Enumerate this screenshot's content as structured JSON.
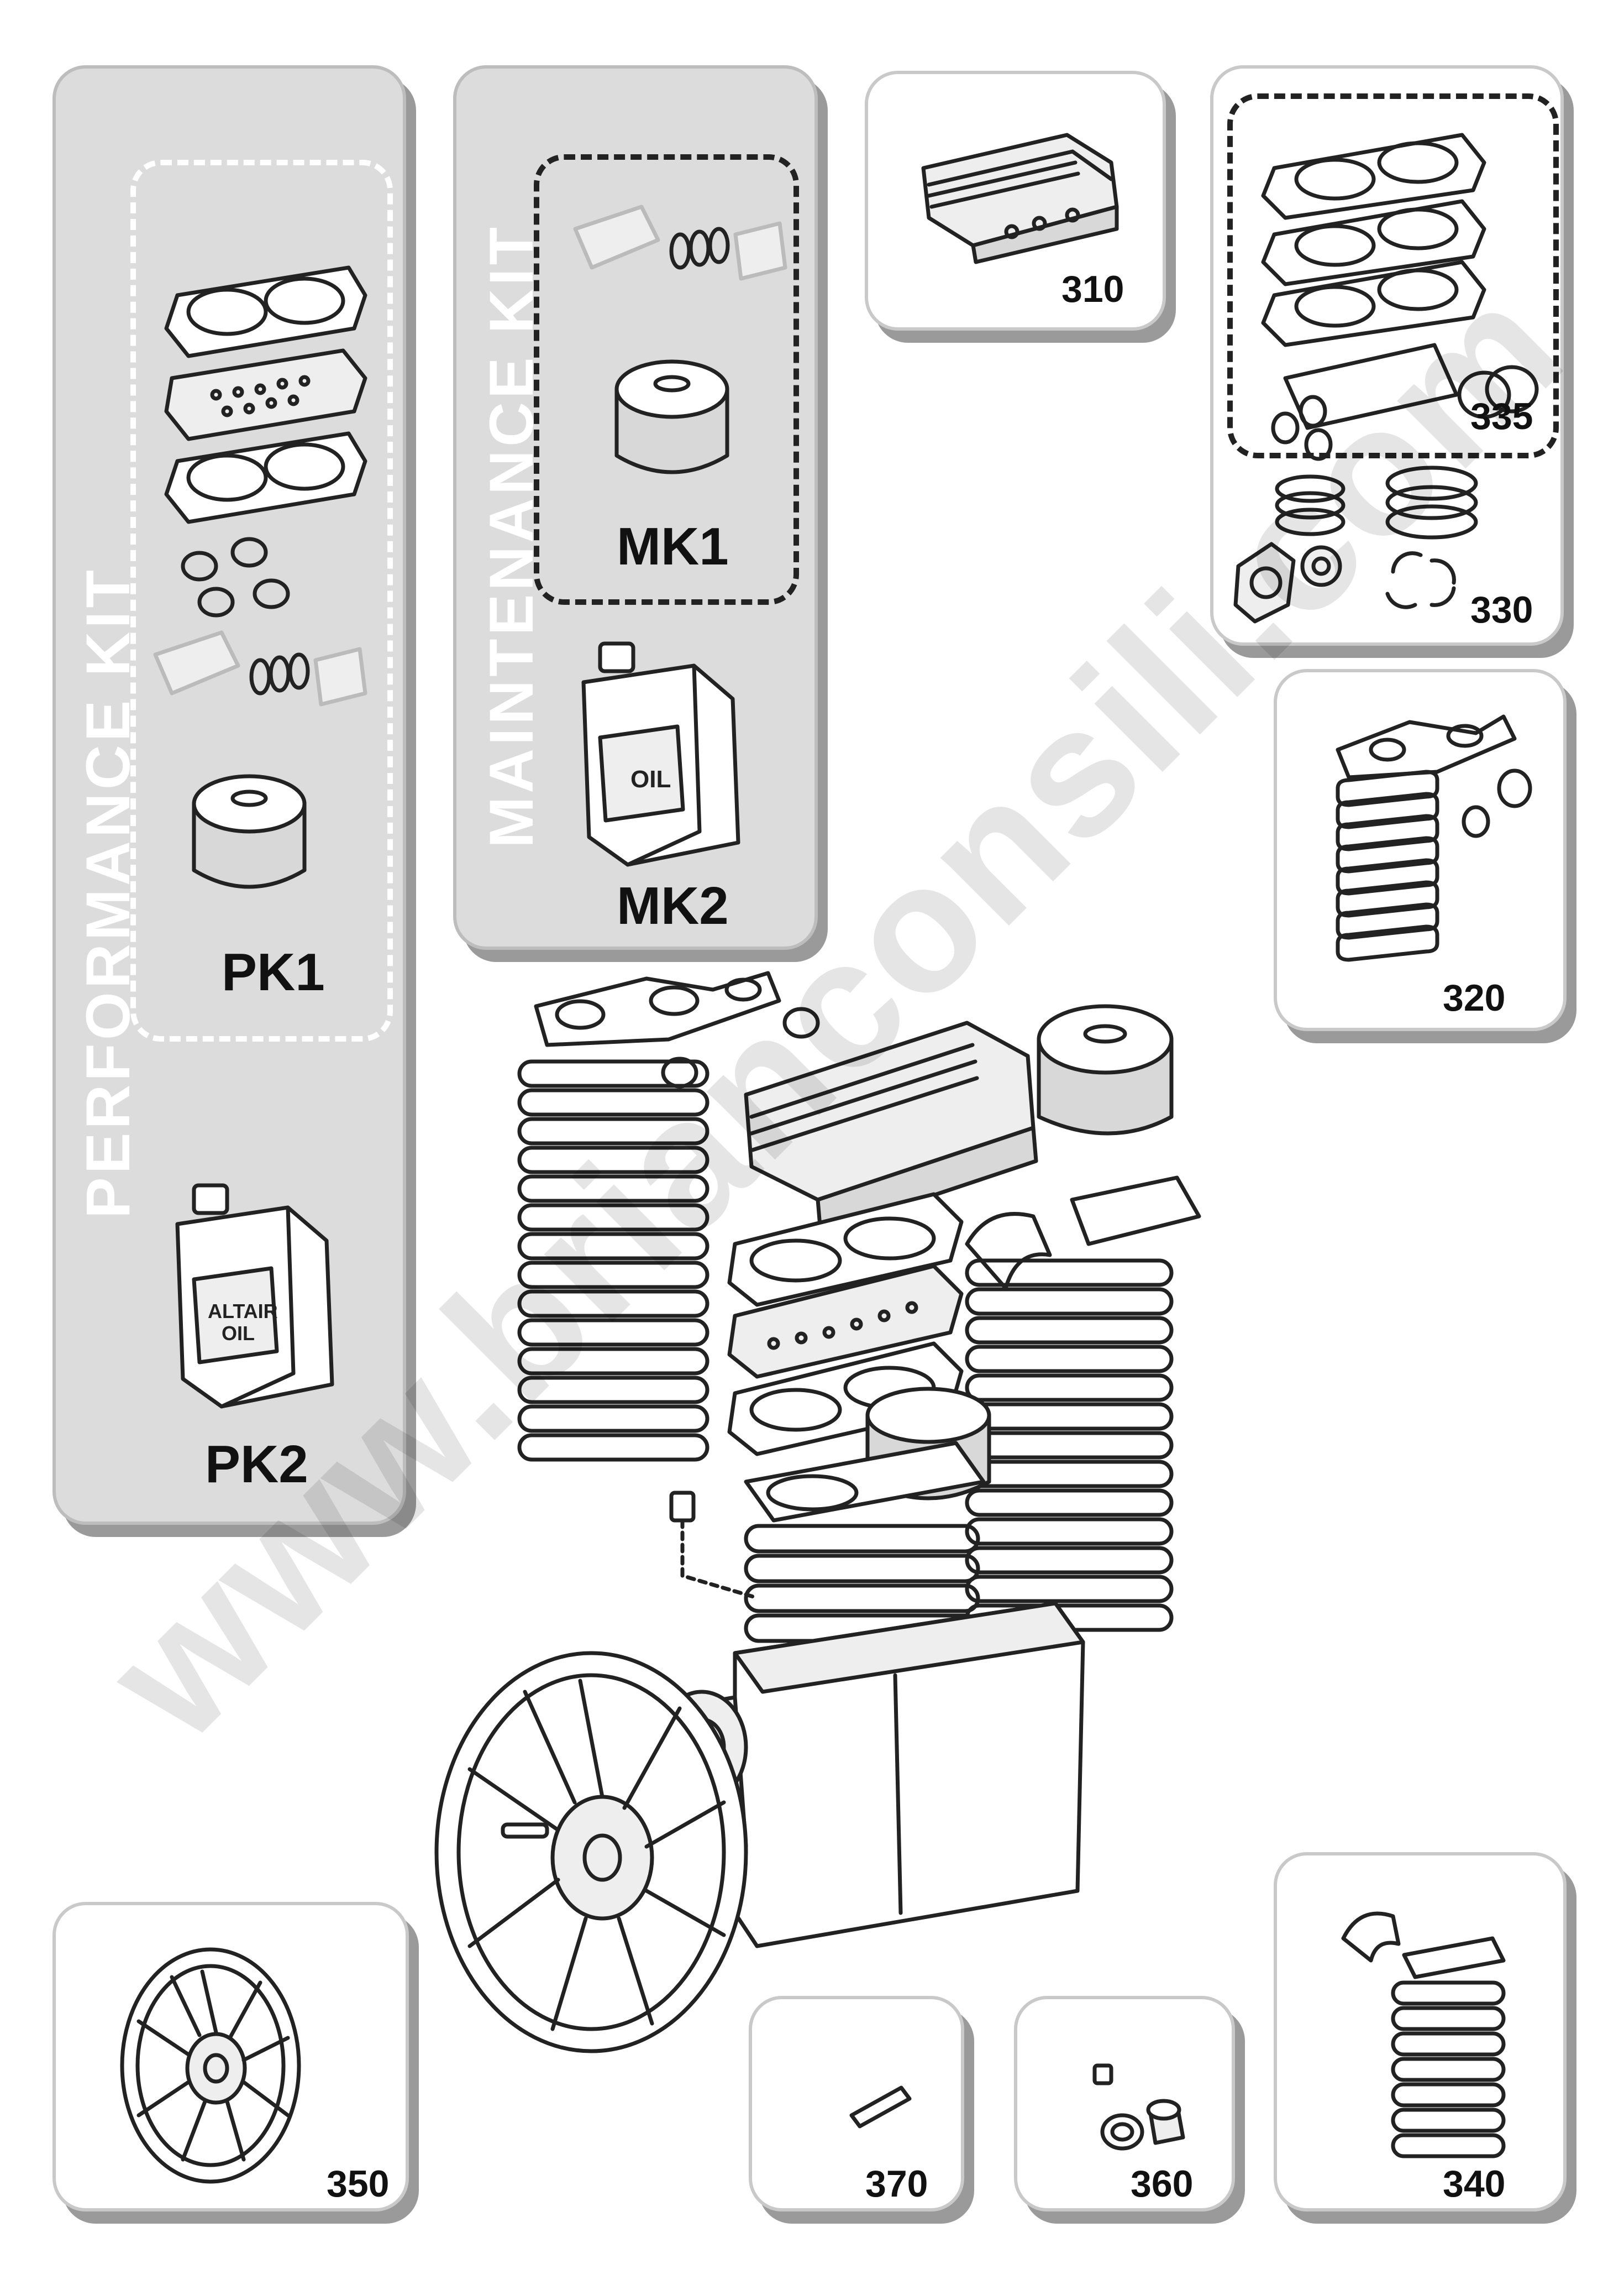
{
  "kits": {
    "performance": {
      "title": "PERFORMANCE  KIT",
      "parts": [
        "PK1",
        "PK2"
      ],
      "oil_label": "ALTAIR OIL"
    },
    "maintenance": {
      "title": "MAINTENANCE  KIT",
      "parts": [
        "MK1",
        "MK2"
      ],
      "oil_label": "OIL"
    }
  },
  "part_codes": {
    "p310": "310",
    "p335": "335",
    "p330": "330",
    "p320": "320",
    "p350": "350",
    "p370": "370",
    "p360": "360",
    "p340": "340"
  },
  "watermark": "www.brianconsili.com",
  "colors": {
    "panel_grey": "#dcdcdc",
    "shadow": "#9a9a9a",
    "line": "#222222"
  }
}
